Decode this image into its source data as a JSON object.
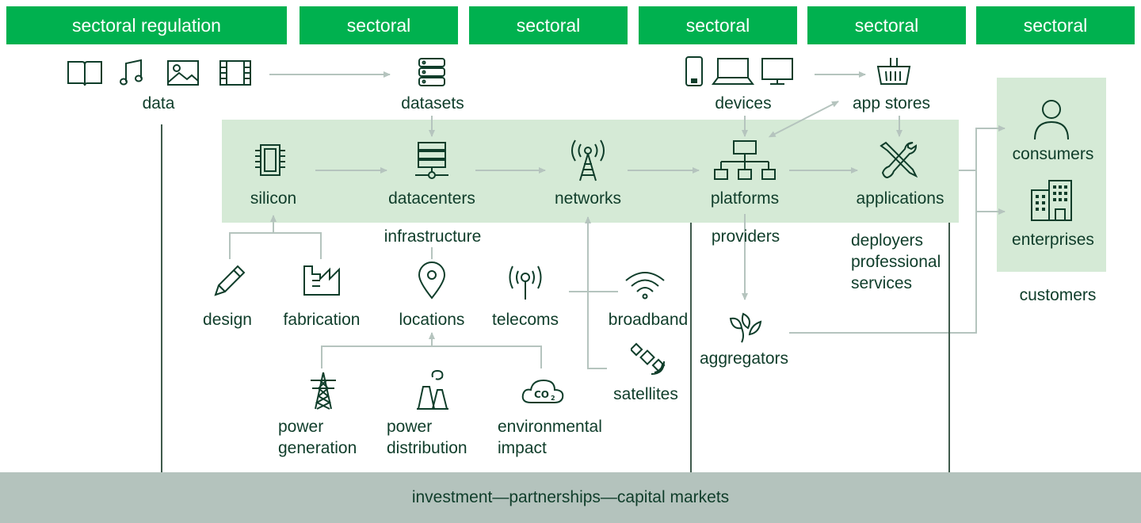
{
  "header": {
    "boxes": [
      "sectoral regulation",
      "sectoral",
      "sectoral",
      "sectoral",
      "sectoral",
      "sectoral"
    ]
  },
  "nodes": {
    "data": "data",
    "datasets": "datasets",
    "devices": "devices",
    "app_stores": "app stores",
    "silicon": "silicon",
    "datacenters": "datacenters",
    "networks": "networks",
    "platforms": "platforms",
    "applications": "applications",
    "consumers": "consumers",
    "enterprises": "enterprises",
    "customers": "customers",
    "infrastructure": "infrastructure",
    "providers": "providers",
    "deployers": "deployers",
    "professional": "professional",
    "services": "services",
    "design": "design",
    "fabrication": "fabrication",
    "locations": "locations",
    "telecoms": "telecoms",
    "broadband": "broadband",
    "satellites": "satellites",
    "aggregators": "aggregators",
    "power_generation_1": "power",
    "power_generation_2": "generation",
    "power_distribution_1": "power",
    "power_distribution_2": "distribution",
    "environmental_impact_1": "environmental",
    "environmental_impact_2": "impact"
  },
  "footer": {
    "text": "investment—partnerships—capital markets"
  },
  "colors": {
    "header_green": "#00b14f",
    "band_green": "#d5ead6",
    "footer_gray": "#b4c3bd",
    "line_gray": "#b5c4be",
    "text_dark_green": "#0f3d2a"
  }
}
